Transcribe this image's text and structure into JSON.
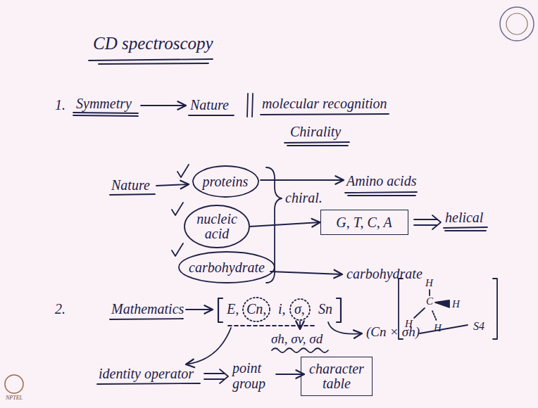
{
  "diagram": {
    "title": "CD spectroscopy",
    "nodes": [
      {
        "text": [
          "proteins"
        ]
      },
      {
        "text": [
          "nucleic acid"
        ]
      },
      {
        "text": [
          "carbohydrate"
        ]
      },
      {
        "text": [
          "G, T, C, A"
        ]
      },
      {
        "text": [
          "character table"
        ]
      }
    ],
    "edges": [
      {
        "from": 1,
        "to": 3,
        "arrow": "to"
      }
    ],
    "labels": [
      "1.",
      "Symmetry",
      "Nature",
      "molecular recognition",
      "Chirality",
      "Nature",
      "chiral.",
      "Amino acids",
      "helical",
      "carbohydrate",
      "2.",
      "Mathematics",
      "E,",
      "Cn,",
      "i,",
      "σ,",
      "Sn",
      "σh, σv, σd",
      "(Cn × σh)",
      "identity operator",
      "point group",
      "H",
      "C",
      "H",
      "H",
      "H",
      "S4",
      "NPTEL"
    ]
  }
}
